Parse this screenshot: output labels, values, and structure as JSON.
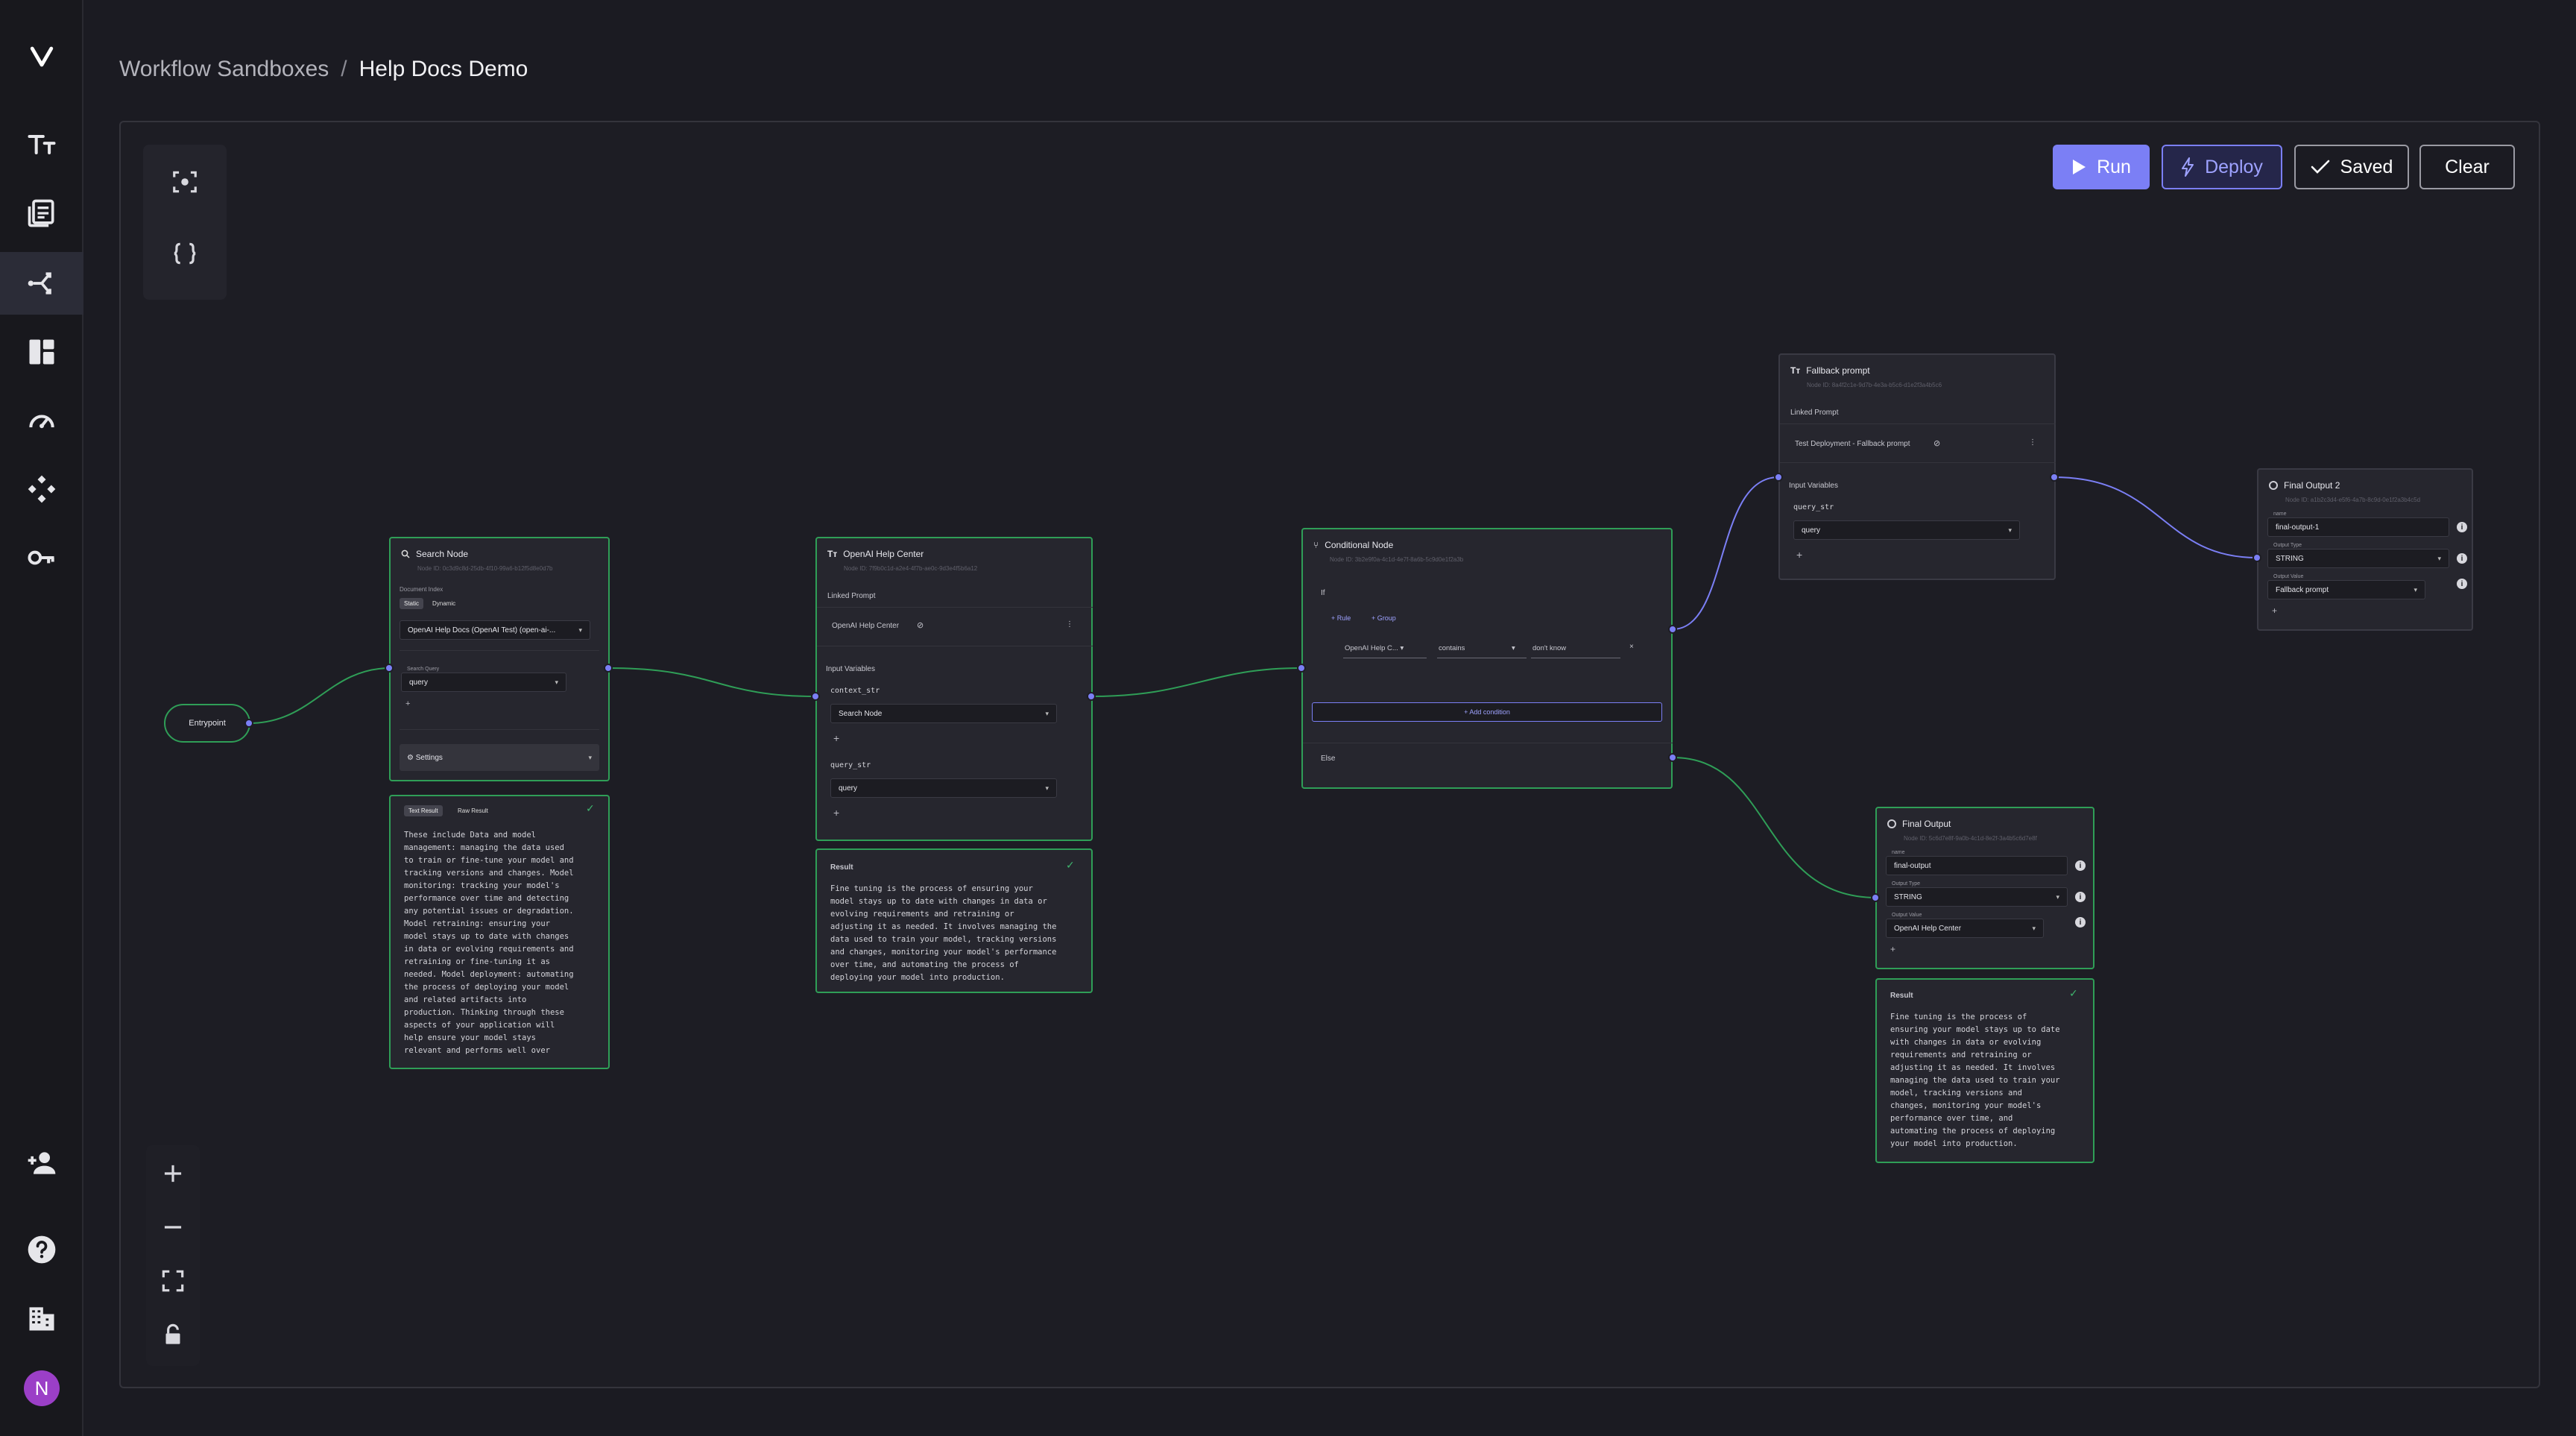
{
  "breadcrumb": {
    "parent": "Workflow Sandboxes",
    "separator": "/",
    "current": "Help Docs Demo"
  },
  "toolbar": {
    "run_label": "Run",
    "deploy_label": "Deploy",
    "saved_label": "Saved",
    "clear_label": "Clear"
  },
  "user": {
    "initial": "N"
  },
  "colors": {
    "accent": "#7b7ff5",
    "node_border": "#2f9e57",
    "avatar": "#9b3fc7"
  },
  "entrypoint": {
    "label": "Entrypoint"
  },
  "search_node": {
    "title": "Search Node",
    "id_text": "Node ID: 0c3d9c8d-25db-4f10-99a6-b12f5d8e0d7b",
    "document_index_label": "Document Index",
    "tab_static": "Static",
    "tab_dynamic": "Dynamic",
    "document_index_value": "OpenAI Help Docs (OpenAI Test) (open-ai-...",
    "search_query_label": "Search Query",
    "search_query_value": "query",
    "settings_label": "Settings"
  },
  "search_result": {
    "tab_text": "Text Result",
    "tab_raw": "Raw Result",
    "text": "These include Data and model\nmanagement: managing the data used\nto train or fine-tune your model and\ntracking versions and changes. Model\nmonitoring: tracking your model's\nperformance over time and detecting\nany potential issues or degradation.\nModel retraining: ensuring your\nmodel stays up to date with changes\nin data or evolving requirements and\nretraining or fine-tuning it as\nneeded. Model deployment: automating\nthe process of deploying your model\nand related artifacts into\nproduction. Thinking through these\naspects of your application will\nhelp ensure your model stays\nrelevant and performs well over"
  },
  "openai_node": {
    "title": "OpenAI Help Center",
    "id_text": "Node ID: 7f9b0c1d-a2e4-4f7b-ae0c-9d3e4f5b6a12",
    "linked_prompt_label": "Linked Prompt",
    "linked_prompt_value": "OpenAI Help Center",
    "input_variables_label": "Input Variables",
    "var1_name": "context_str",
    "var1_value": "Search Node",
    "var2_name": "query_str",
    "var2_value": "query"
  },
  "openai_result": {
    "title": "Result",
    "text": "Fine tuning is the process of ensuring your\nmodel stays up to date with changes in data or\nevolving requirements and retraining or\nadjusting it as needed. It involves managing the\ndata used to train your model, tracking versions\nand changes, monitoring your model's performance\nover time, and automating the process of\ndeploying your model into production."
  },
  "conditional_node": {
    "title": "Conditional Node",
    "id_text": "Node ID: 3b2e9f0a-4c1d-4e7f-8a6b-5c9d0e1f2a3b",
    "if_label": "If",
    "add_rule": "+ Rule",
    "add_group": "+ Group",
    "cond_field": "OpenAI Help C...",
    "cond_operator": "contains",
    "cond_value": "don't know",
    "add_condition": "+ Add condition",
    "else_label": "Else"
  },
  "fallback_node": {
    "title": "Fallback prompt",
    "id_text": "Node ID: 8a4f2c1e-9d7b-4e3a-b5c6-d1e2f3a4b5c6",
    "linked_prompt_label": "Linked Prompt",
    "linked_prompt_value": "Test Deployment - Fallback prompt",
    "input_variables_label": "Input Variables",
    "var1_name": "query_str",
    "var1_value": "query"
  },
  "final_output_2": {
    "title": "Final Output 2",
    "id_text": "Node ID: a1b2c3d4-e5f6-4a7b-8c9d-0e1f2a3b4c5d",
    "name_label": "name",
    "name_value": "final-output-1",
    "type_label": "Output Type",
    "type_value": "STRING",
    "value_label": "Output Value",
    "value_value": "Fallback prompt"
  },
  "final_output": {
    "title": "Final Output",
    "id_text": "Node ID: 5c6d7e8f-9a0b-4c1d-8e2f-3a4b5c6d7e8f",
    "name_label": "name",
    "name_value": "final-output",
    "type_label": "Output Type",
    "type_value": "STRING",
    "value_label": "Output Value",
    "value_value": "OpenAI Help Center"
  },
  "final_result": {
    "title": "Result",
    "text": "Fine tuning is the process of\nensuring your model stays up to date\nwith changes in data or evolving\nrequirements and retraining or\nadjusting it as needed. It involves\nmanaging the data used to train your\nmodel, tracking versions and\nchanges, monitoring your model's\nperformance over time, and\nautomating the process of deploying\nyour model into production."
  }
}
